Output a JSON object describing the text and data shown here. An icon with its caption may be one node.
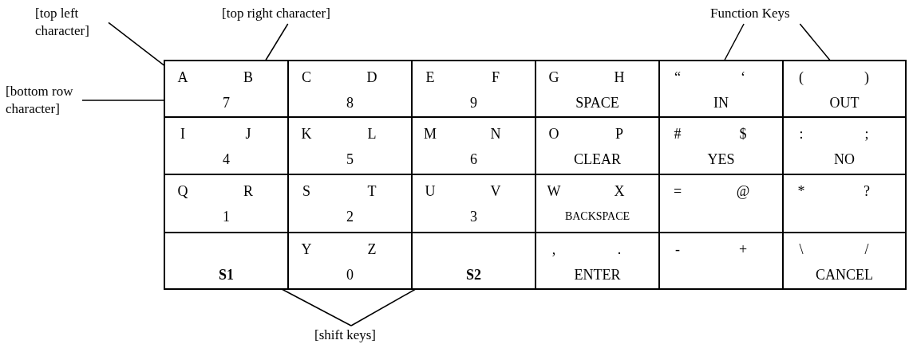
{
  "diagram": {
    "nodes": [
      {
        "text": [
          "[top left character]"
        ]
      },
      {
        "text": [
          "[top right character]"
        ]
      },
      {
        "text": [
          "Function Keys"
        ]
      },
      {
        "text": [
          "[bottom row character]"
        ]
      },
      {
        "text": [
          "A",
          "B",
          "7"
        ]
      },
      {
        "text": [
          "C",
          "D",
          "8"
        ]
      },
      {
        "text": [
          "E",
          "F",
          "9"
        ]
      },
      {
        "text": [
          "G",
          "H",
          "SPACE"
        ]
      },
      {
        "text": [
          "“",
          "‘",
          "IN"
        ]
      },
      {
        "text": [
          "(",
          ")",
          "OUT"
        ]
      },
      {
        "text": [
          "I",
          "J",
          "4"
        ]
      },
      {
        "text": [
          "K",
          "L",
          "5"
        ]
      },
      {
        "text": [
          "M",
          "N",
          "6"
        ]
      },
      {
        "text": [
          "O",
          "P",
          "CLEAR"
        ]
      },
      {
        "text": [
          "#",
          "$",
          "YES"
        ]
      },
      {
        "text": [
          ":",
          ";",
          "NO"
        ]
      },
      {
        "text": [
          "Q",
          "R",
          "1"
        ]
      },
      {
        "text": [
          "S",
          "T",
          "2"
        ]
      },
      {
        "text": [
          "U",
          "V",
          "3"
        ]
      },
      {
        "text": [
          "W",
          "X",
          "BACKSPACE"
        ]
      },
      {
        "text": [
          "=",
          "@"
        ]
      },
      {
        "text": [
          "*",
          "?"
        ]
      },
      {
        "text": [
          "S1"
        ]
      },
      {
        "text": [
          "Y",
          "Z",
          "0"
        ]
      },
      {
        "text": [
          "S2"
        ]
      },
      {
        "text": [
          ",",
          ".",
          "ENTER"
        ]
      },
      {
        "text": [
          "-",
          "+"
        ]
      },
      {
        "text": [
          "\\",
          "/",
          "CANCEL"
        ]
      },
      {
        "text": [
          "[shift keys]"
        ]
      }
    ],
    "edges": [
      {
        "from": 0,
        "to": 4,
        "arrow": "none"
      },
      {
        "from": 1,
        "to": 4,
        "arrow": "none"
      },
      {
        "from": 3,
        "to": 4,
        "arrow": "none"
      },
      {
        "from": 2,
        "to": 8,
        "arrow": "none"
      },
      {
        "from": 2,
        "to": 9,
        "arrow": "none"
      },
      {
        "from": 28,
        "to": 22,
        "arrow": "none"
      },
      {
        "from": 28,
        "to": 24,
        "arrow": "none"
      }
    ]
  }
}
